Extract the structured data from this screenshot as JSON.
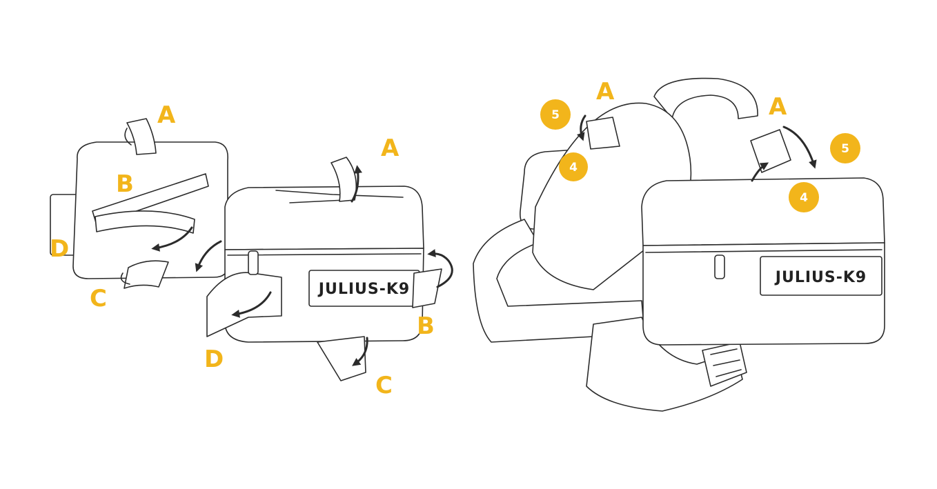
{
  "colors": {
    "accent": "#f2b51b",
    "line": "#2b2b2b",
    "background": "#ffffff"
  },
  "left_figure": {
    "brand_label": "JULIUS-K9",
    "labels": {
      "small_a": "A",
      "small_b": "B",
      "small_c": "C",
      "small_d": "D",
      "large_a": "A",
      "large_b": "B",
      "large_c": "C",
      "large_d": "D"
    }
  },
  "right_figure": {
    "brand_label": "JULIUS-K9",
    "labels": {
      "a_left": "A",
      "a_right": "A"
    },
    "badges": {
      "five_left": "5",
      "four_left": "4",
      "five_right": "5",
      "four_right": "4"
    }
  }
}
